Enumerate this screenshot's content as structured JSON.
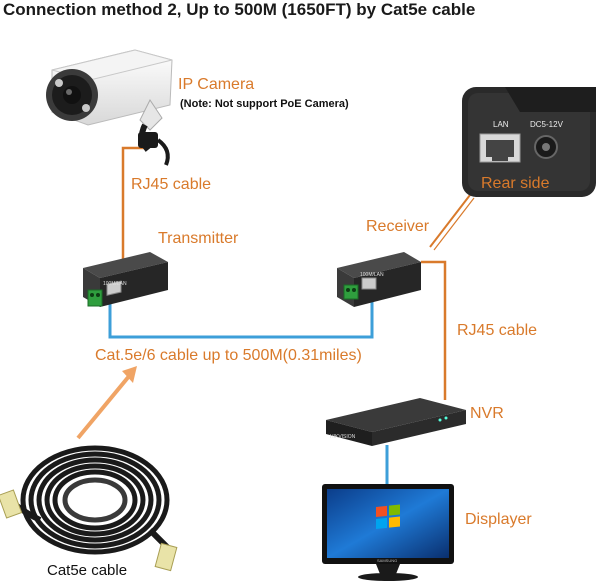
{
  "title": "Connection method 2, Up to 500M (1650FT) by Cat5e cable",
  "labels": {
    "ip_camera": "IP Camera",
    "ip_camera_note": "(Note: Not support PoE Camera)",
    "rj45_cable_left": "RJ45 cable",
    "transmitter": "Transmitter",
    "receiver": "Receiver",
    "rear_side": "Rear side",
    "rj45_cable_right": "RJ45 cable",
    "cable_span": "Cat.5e/6 cable up to 500M(0.31miles)",
    "nvr": "NVR",
    "displayer": "Displayer",
    "cat5e_cable": "Cat5e cable"
  },
  "device_marks": {
    "rear_lan": "LAN",
    "rear_power": "DC5-12V",
    "transmitter_port": "100M/LAN",
    "receiver_port": "100M/LAN",
    "nvr_brand": "HIKVISION",
    "monitor_brand": "SAMSUNG"
  },
  "colors": {
    "accent_orange": "#d97a2b",
    "link_blue": "#3d9fd9",
    "device_dark": "#2b2b2b",
    "terminal_green": "#2f9e3e"
  }
}
